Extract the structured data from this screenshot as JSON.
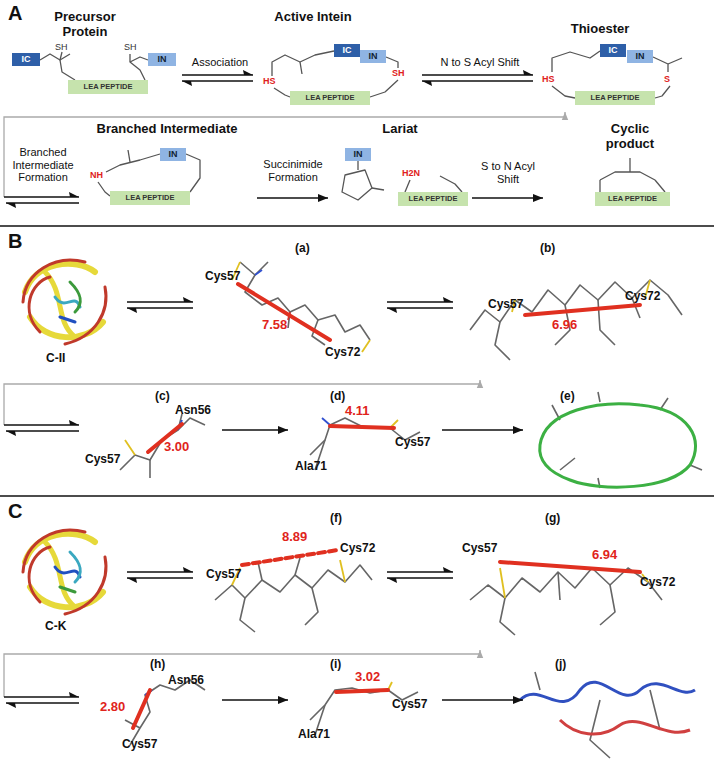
{
  "diagram": {
    "nodes": [
      {
        "text": [
          "Precursor Protein",
          "IC",
          "SH",
          "SH",
          "LEA PEPTIDE",
          "IN"
        ]
      },
      {
        "text": [
          "Active Intein",
          "IC",
          "IN",
          "HS",
          "SH",
          "LEA PEPTIDE"
        ]
      },
      {
        "text": [
          "Thioester",
          "IC",
          "IN",
          "HS",
          "S",
          "LEA PEPTIDE"
        ]
      },
      {
        "text": [
          "Branched Intermediate",
          "IN",
          "NH",
          "LEA PEPTIDE"
        ]
      },
      {
        "text": [
          "Lariat",
          "IN",
          "H2N",
          "LEA PEPTIDE"
        ]
      },
      {
        "text": [
          "Cyclic product",
          "LEA PEPTIDE"
        ]
      },
      {
        "text": [
          "C-II"
        ]
      },
      {
        "text": [
          "(a)",
          "Cys57",
          "7.58",
          "Cys72"
        ]
      },
      {
        "text": [
          "(b)",
          "Cys57",
          "6.96",
          "Cys72"
        ]
      },
      {
        "text": [
          "(c)",
          "Asn56",
          "3.00",
          "Cys57"
        ]
      },
      {
        "text": [
          "(d)",
          "4.11",
          "Cys57",
          "Ala71"
        ]
      },
      {
        "text": [
          "(e)"
        ]
      },
      {
        "text": [
          "C-K"
        ]
      },
      {
        "text": [
          "(f)",
          "8.89",
          "Cys57",
          "Cys72"
        ]
      },
      {
        "text": [
          "(g)",
          "Cys57",
          "6.94",
          "Cys72"
        ]
      },
      {
        "text": [
          "(h)",
          "Asn56",
          "2.80",
          "Cys57"
        ]
      },
      {
        "text": [
          "(i)",
          "3.02",
          "Cys57",
          "Ala71"
        ]
      },
      {
        "text": [
          "(j)"
        ]
      }
    ],
    "edges": [
      {
        "from": 0,
        "to": 1,
        "arrow": "both",
        "label": "Association"
      },
      {
        "from": 1,
        "to": 2,
        "arrow": "both",
        "label": "N to S Acyl Shift"
      },
      {
        "from": 2,
        "to": 3,
        "arrow": "both",
        "label": "Branched Intermediate Formation"
      },
      {
        "from": 3,
        "to": 4,
        "arrow": "to",
        "label": "Succinimide Formation"
      },
      {
        "from": 4,
        "to": 5,
        "arrow": "to",
        "label": "S to N Acyl Shift"
      },
      {
        "from": 6,
        "to": 7,
        "arrow": "both"
      },
      {
        "from": 7,
        "to": 8,
        "arrow": "both"
      },
      {
        "from": 8,
        "to": 9,
        "arrow": "both"
      },
      {
        "from": 9,
        "to": 10,
        "arrow": "to"
      },
      {
        "from": 10,
        "to": 11,
        "arrow": "to"
      },
      {
        "from": 12,
        "to": 13,
        "arrow": "both"
      },
      {
        "from": 13,
        "to": 14,
        "arrow": "both"
      },
      {
        "from": 14,
        "to": 15,
        "arrow": "both"
      },
      {
        "from": 15,
        "to": 16,
        "arrow": "to"
      },
      {
        "from": 16,
        "to": 17,
        "arrow": "to"
      }
    ],
    "labels": [
      "A",
      "B",
      "C"
    ]
  }
}
